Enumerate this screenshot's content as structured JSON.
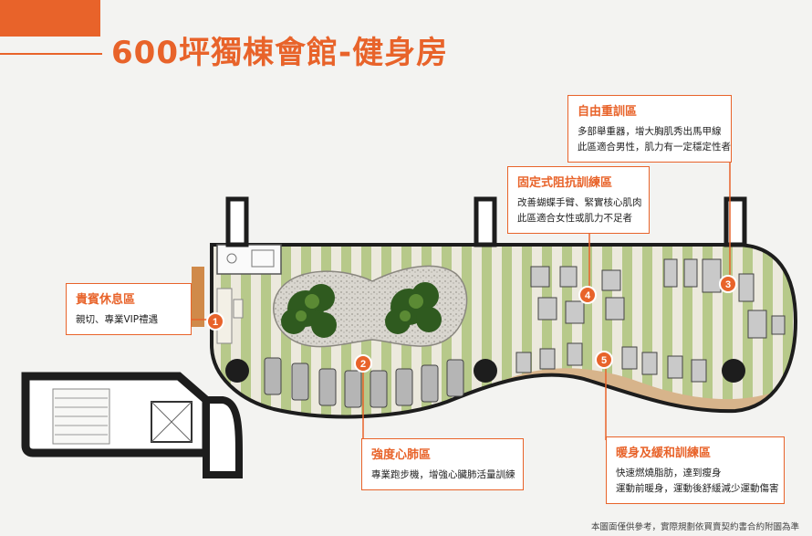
{
  "title": "600坪獨棟會館-健身房",
  "zones": [
    {
      "num": "1",
      "heading": "貴賓休息區",
      "lines": [
        "親切、專業VIP禮遇"
      ]
    },
    {
      "num": "2",
      "heading": "強度心肺區",
      "lines": [
        "專業跑步機，增強心臟肺活量訓練"
      ]
    },
    {
      "num": "3",
      "heading": "自由重訓區",
      "lines": [
        "多部舉重器，增大胸肌秀出馬甲線",
        "此區適合男性，肌力有一定穩定性者"
      ]
    },
    {
      "num": "4",
      "heading": "固定式阻抗訓練區",
      "lines": [
        "改善蝴蝶手臂、緊實核心肌肉",
        "此區適合女性或肌力不足者"
      ]
    },
    {
      "num": "5",
      "heading": "暖身及緩和訓練區",
      "lines": [
        "快速燃燒脂肪，達到瘦身",
        "運動前暖身，運動後舒緩減少運動傷害"
      ]
    }
  ],
  "footnote": "本圖面僅供參考，實際規劃依買賣契約書合約附圖為準",
  "colors": {
    "accent": "#e8632a",
    "stripe_green": "#b7c98a",
    "stripe_light": "#ece9dd",
    "wall": "#1d1d1d"
  }
}
